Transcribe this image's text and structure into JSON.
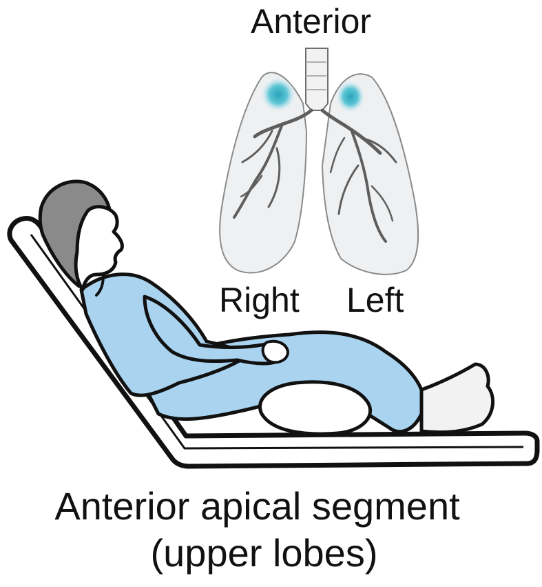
{
  "labels": {
    "orientation_top": "Anterior",
    "side_right": "Right",
    "side_left": "Left"
  },
  "caption": {
    "line1": "Anterior apical segment",
    "line2": "(upper lobes)"
  },
  "colors": {
    "highlight_segment": "#2bb0c6",
    "gown": "#a9d3ee",
    "hair": "#8a8a8a",
    "outline": "#111111",
    "lung_fill": "#eef0f2"
  }
}
